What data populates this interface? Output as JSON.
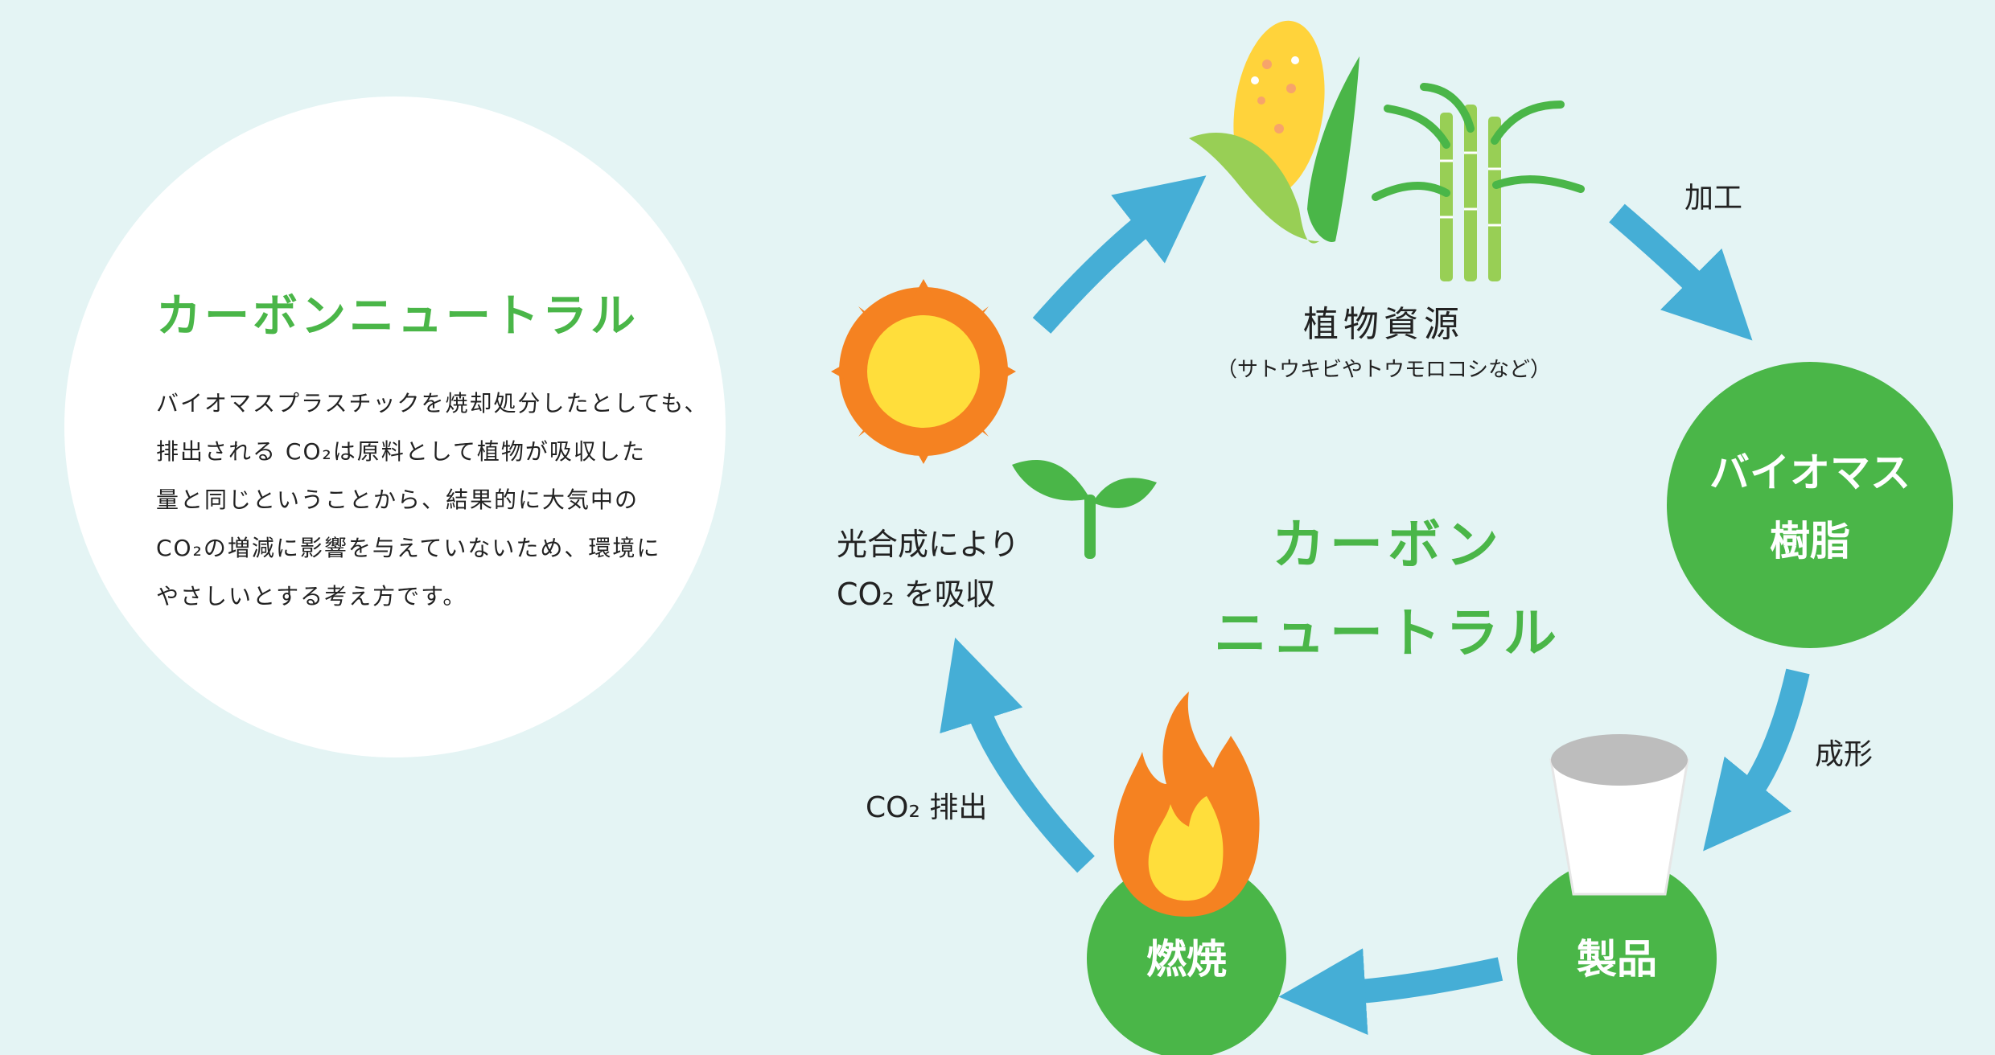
{
  "info": {
    "title": "カーボンニュートラル",
    "lines": [
      "バイオマスプラスチックを焼却処分したとしても、",
      "排出される CO₂は原料として植物が吸収した",
      "量と同じということから、結果的に大気中の",
      "CO₂の増減に影響を与えていないため、環境に",
      "やさしいとする考え方です。"
    ]
  },
  "cycle": {
    "center_line1": "カーボン",
    "center_line2": "ニュートラル",
    "plant_resource": {
      "title": "植物資源",
      "subtitle": "（サトウキビやトウモロコシなど）"
    },
    "biomass_resin_line1": "バイオマス",
    "biomass_resin_line2": "樹脂",
    "product": "製品",
    "combustion": "燃焼",
    "step_processing": "加工",
    "step_molding": "成形",
    "step_emission": "CO₂ 排出",
    "step_photosynthesis_line1": "光合成により",
    "step_photosynthesis_line2": "CO₂ を吸収"
  },
  "colors": {
    "accent_green": "#4ab648",
    "arrow_blue": "#45aed6",
    "background": "#e4f4f4"
  },
  "icons": [
    "sun-icon",
    "sprout-icon",
    "corn-icon",
    "sugarcane-icon",
    "cup-icon",
    "fire-icon"
  ]
}
